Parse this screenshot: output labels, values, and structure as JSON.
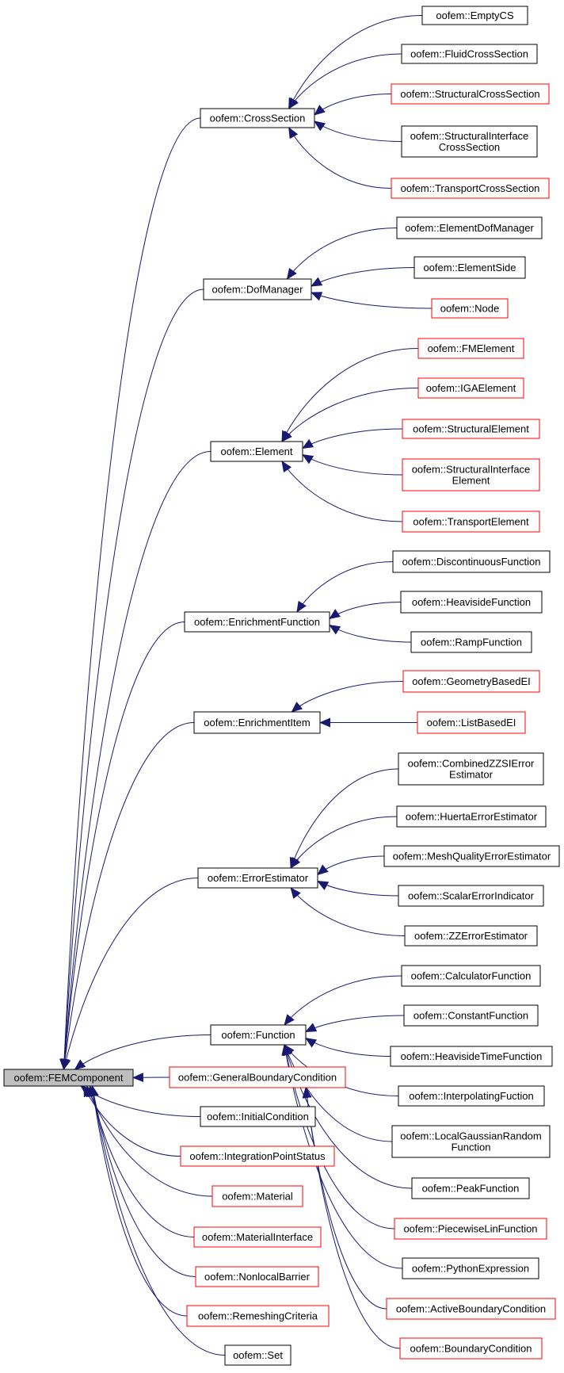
{
  "colors": {
    "edge": "#191970",
    "border_documented": "#000000",
    "border_undocumented": "#ff0000",
    "root_fill": "#bfbfbf",
    "node_fill": "#ffffff"
  },
  "nodes": {
    "femcomponent": {
      "lines": [
        "oofem::FEMComponent"
      ],
      "border": "black",
      "root": true
    },
    "crosssection": {
      "lines": [
        "oofem::CrossSection"
      ],
      "border": "black"
    },
    "emptycs": {
      "lines": [
        "oofem::EmptyCS"
      ],
      "border": "black"
    },
    "fluidcrosssection": {
      "lines": [
        "oofem::FluidCrossSection"
      ],
      "border": "black"
    },
    "structuralcrosssection": {
      "lines": [
        "oofem::StructuralCrossSection"
      ],
      "border": "red"
    },
    "structuralinterfacecrosssection": {
      "lines": [
        "oofem::StructuralInterface",
        "CrossSection"
      ],
      "border": "black"
    },
    "transportcrosssection": {
      "lines": [
        "oofem::TransportCrossSection"
      ],
      "border": "red"
    },
    "dofmanager": {
      "lines": [
        "oofem::DofManager"
      ],
      "border": "black"
    },
    "elementdofmanager": {
      "lines": [
        "oofem::ElementDofManager"
      ],
      "border": "black"
    },
    "elementside": {
      "lines": [
        "oofem::ElementSide"
      ],
      "border": "black"
    },
    "node": {
      "lines": [
        "oofem::Node"
      ],
      "border": "red"
    },
    "element": {
      "lines": [
        "oofem::Element"
      ],
      "border": "black"
    },
    "fmelement": {
      "lines": [
        "oofem::FMElement"
      ],
      "border": "red"
    },
    "igaelement": {
      "lines": [
        "oofem::IGAElement"
      ],
      "border": "red"
    },
    "structuralelement": {
      "lines": [
        "oofem::StructuralElement"
      ],
      "border": "red"
    },
    "structuralinterfaceelement": {
      "lines": [
        "oofem::StructuralInterface",
        "Element"
      ],
      "border": "red"
    },
    "transportelement": {
      "lines": [
        "oofem::TransportElement"
      ],
      "border": "red"
    },
    "enrichmentfunction": {
      "lines": [
        "oofem::EnrichmentFunction"
      ],
      "border": "black"
    },
    "discontinuousfunction": {
      "lines": [
        "oofem::DiscontinuousFunction"
      ],
      "border": "black"
    },
    "heavisidefunction": {
      "lines": [
        "oofem::HeavisideFunction"
      ],
      "border": "black"
    },
    "rampfunction": {
      "lines": [
        "oofem::RampFunction"
      ],
      "border": "black"
    },
    "enrichmentitem": {
      "lines": [
        "oofem::EnrichmentItem"
      ],
      "border": "black"
    },
    "geometrybasedei": {
      "lines": [
        "oofem::GeometryBasedEI"
      ],
      "border": "red"
    },
    "listbasedei": {
      "lines": [
        "oofem::ListBasedEI"
      ],
      "border": "red"
    },
    "errorestimator": {
      "lines": [
        "oofem::ErrorEstimator"
      ],
      "border": "black"
    },
    "combinedzzsierrorestimator": {
      "lines": [
        "oofem::CombinedZZSIError",
        "Estimator"
      ],
      "border": "black"
    },
    "huertaerrorestimator": {
      "lines": [
        "oofem::HuertaErrorEstimator"
      ],
      "border": "black"
    },
    "meshqualityerrorestimator": {
      "lines": [
        "oofem::MeshQualityErrorEstimator"
      ],
      "border": "black"
    },
    "scalarerrorindicator": {
      "lines": [
        "oofem::ScalarErrorIndicator"
      ],
      "border": "black"
    },
    "zzerrorestimator": {
      "lines": [
        "oofem::ZZErrorEstimator"
      ],
      "border": "black"
    },
    "function": {
      "lines": [
        "oofem::Function"
      ],
      "border": "black"
    },
    "calculatorfunction": {
      "lines": [
        "oofem::CalculatorFunction"
      ],
      "border": "black"
    },
    "constantfunction": {
      "lines": [
        "oofem::ConstantFunction"
      ],
      "border": "black"
    },
    "heavisidetimefunction": {
      "lines": [
        "oofem::HeavisideTimeFunction"
      ],
      "border": "black"
    },
    "interpolatingfuction": {
      "lines": [
        "oofem::InterpolatingFuction"
      ],
      "border": "black"
    },
    "localgaussianrandomfunction": {
      "lines": [
        "oofem::LocalGaussianRandom",
        "Function"
      ],
      "border": "black"
    },
    "peakfunction": {
      "lines": [
        "oofem::PeakFunction"
      ],
      "border": "black"
    },
    "piecewiselinfunction": {
      "lines": [
        "oofem::PiecewiseLinFunction"
      ],
      "border": "red"
    },
    "pythonexpression": {
      "lines": [
        "oofem::PythonExpression"
      ],
      "border": "black"
    },
    "generalboundarycondition": {
      "lines": [
        "oofem::GeneralBoundaryCondition"
      ],
      "border": "red"
    },
    "activeboundarycondition": {
      "lines": [
        "oofem::ActiveBoundaryCondition"
      ],
      "border": "red"
    },
    "boundarycondition": {
      "lines": [
        "oofem::BoundaryCondition"
      ],
      "border": "red"
    },
    "initialcondition": {
      "lines": [
        "oofem::InitialCondition"
      ],
      "border": "black"
    },
    "integrationpointstatus": {
      "lines": [
        "oofem::IntegrationPointStatus"
      ],
      "border": "red"
    },
    "material": {
      "lines": [
        "oofem::Material"
      ],
      "border": "red"
    },
    "materialinterface": {
      "lines": [
        "oofem::MaterialInterface"
      ],
      "border": "red"
    },
    "nonlocalbarrier": {
      "lines": [
        "oofem::NonlocalBarrier"
      ],
      "border": "red"
    },
    "remeshingcriteria": {
      "lines": [
        "oofem::RemeshingCriteria"
      ],
      "border": "red"
    },
    "set": {
      "lines": [
        "oofem::Set"
      ],
      "border": "black"
    }
  },
  "edges": [
    [
      "femcomponent",
      "crosssection"
    ],
    [
      "femcomponent",
      "dofmanager"
    ],
    [
      "femcomponent",
      "element"
    ],
    [
      "femcomponent",
      "enrichmentfunction"
    ],
    [
      "femcomponent",
      "enrichmentitem"
    ],
    [
      "femcomponent",
      "errorestimator"
    ],
    [
      "femcomponent",
      "function"
    ],
    [
      "femcomponent",
      "generalboundarycondition"
    ],
    [
      "femcomponent",
      "initialcondition"
    ],
    [
      "femcomponent",
      "integrationpointstatus"
    ],
    [
      "femcomponent",
      "material"
    ],
    [
      "femcomponent",
      "materialinterface"
    ],
    [
      "femcomponent",
      "nonlocalbarrier"
    ],
    [
      "femcomponent",
      "remeshingcriteria"
    ],
    [
      "femcomponent",
      "set"
    ],
    [
      "crosssection",
      "emptycs"
    ],
    [
      "crosssection",
      "fluidcrosssection"
    ],
    [
      "crosssection",
      "structuralcrosssection"
    ],
    [
      "crosssection",
      "structuralinterfacecrosssection"
    ],
    [
      "crosssection",
      "transportcrosssection"
    ],
    [
      "dofmanager",
      "elementdofmanager"
    ],
    [
      "dofmanager",
      "elementside"
    ],
    [
      "dofmanager",
      "node"
    ],
    [
      "element",
      "fmelement"
    ],
    [
      "element",
      "igaelement"
    ],
    [
      "element",
      "structuralelement"
    ],
    [
      "element",
      "structuralinterfaceelement"
    ],
    [
      "element",
      "transportelement"
    ],
    [
      "enrichmentfunction",
      "discontinuousfunction"
    ],
    [
      "enrichmentfunction",
      "heavisidefunction"
    ],
    [
      "enrichmentfunction",
      "rampfunction"
    ],
    [
      "enrichmentitem",
      "geometrybasedei"
    ],
    [
      "enrichmentitem",
      "listbasedei"
    ],
    [
      "errorestimator",
      "combinedzzsierrorestimator"
    ],
    [
      "errorestimator",
      "huertaerrorestimator"
    ],
    [
      "errorestimator",
      "meshqualityerrorestimator"
    ],
    [
      "errorestimator",
      "scalarerrorindicator"
    ],
    [
      "errorestimator",
      "zzerrorestimator"
    ],
    [
      "function",
      "calculatorfunction"
    ],
    [
      "function",
      "constantfunction"
    ],
    [
      "function",
      "heavisidetimefunction"
    ],
    [
      "function",
      "interpolatingfuction"
    ],
    [
      "function",
      "localgaussianrandomfunction"
    ],
    [
      "function",
      "peakfunction"
    ],
    [
      "function",
      "piecewiselinfunction"
    ],
    [
      "function",
      "pythonexpression"
    ],
    [
      "generalboundarycondition",
      "activeboundarycondition"
    ],
    [
      "generalboundarycondition",
      "boundarycondition"
    ]
  ]
}
